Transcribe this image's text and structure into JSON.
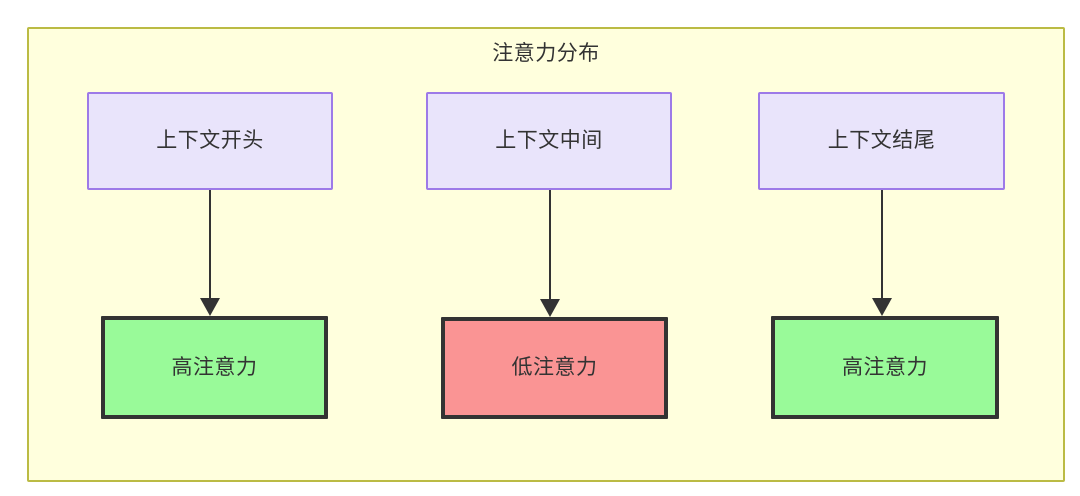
{
  "diagram": {
    "title": "注意力分布",
    "background_color": "#ffffdd",
    "container_border_color": "#bbbb44",
    "text_color": "#333333",
    "columns": [
      {
        "source": {
          "label": "上下文开头",
          "fill": "#e9e4fb",
          "border": "#9d7ae8"
        },
        "result": {
          "label": "高注意力",
          "fill": "#99fa99",
          "border": "#333333"
        },
        "edge": {
          "label": ""
        }
      },
      {
        "source": {
          "label": "上下文中间",
          "fill": "#e9e4fb",
          "border": "#9d7ae8"
        },
        "result": {
          "label": "低注意力",
          "fill": "#fa9494",
          "border": "#333333"
        },
        "edge": {
          "label": ""
        }
      },
      {
        "source": {
          "label": "上下文结尾",
          "fill": "#e9e4fb",
          "border": "#9d7ae8"
        },
        "result": {
          "label": "高注意力",
          "fill": "#99fa99",
          "border": "#333333"
        },
        "edge": {
          "label": ""
        }
      }
    ]
  }
}
